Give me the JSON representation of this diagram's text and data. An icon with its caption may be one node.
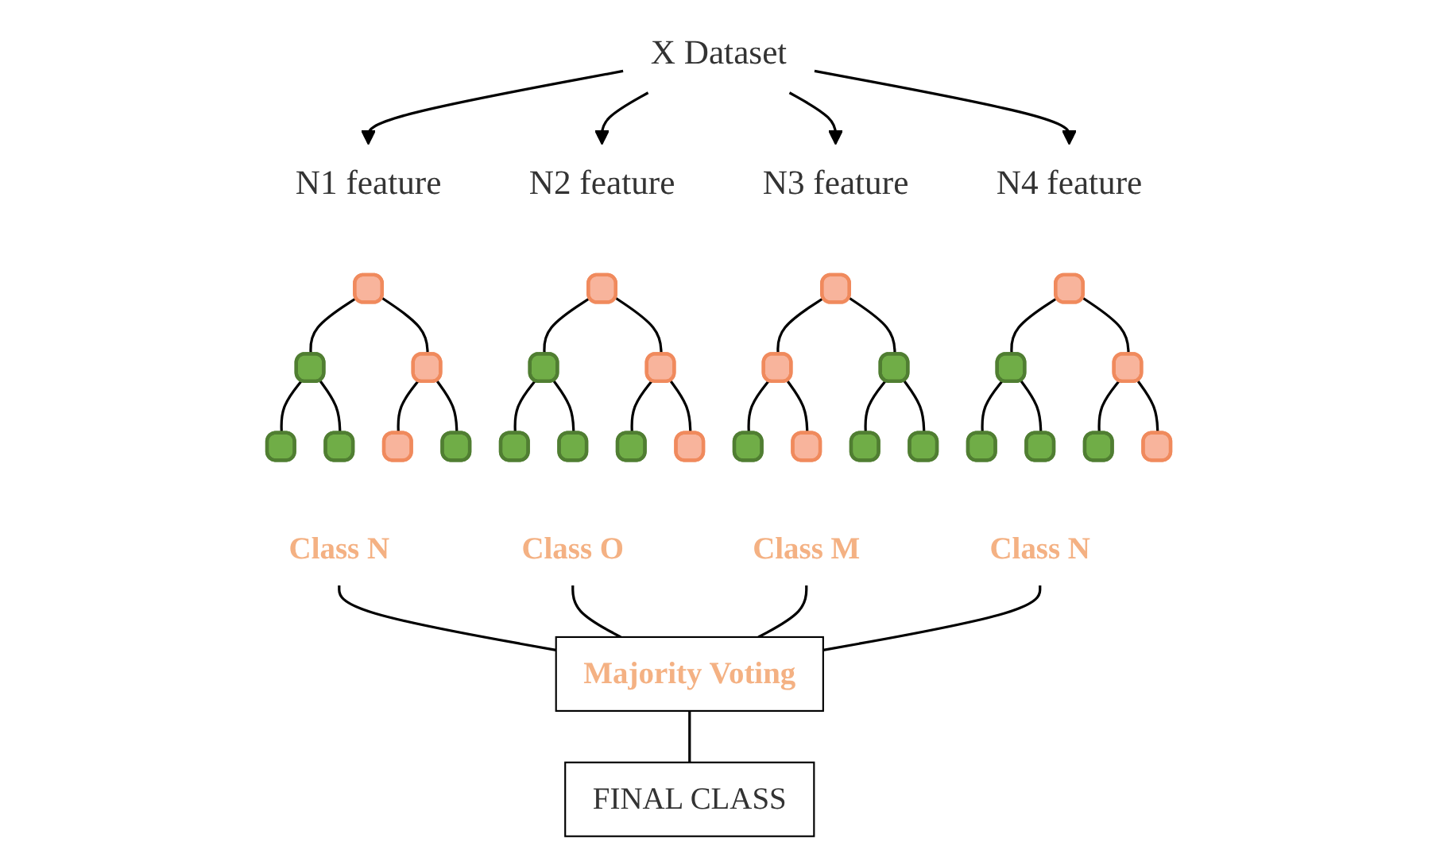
{
  "diagram": {
    "nodes": [
      {
        "text": [
          "X Dataset"
        ]
      },
      {
        "text": [
          "N1 feature"
        ]
      },
      {
        "text": [],
        "shape": "box"
      },
      {
        "text": [],
        "shape": "box"
      },
      {
        "text": [],
        "shape": "box"
      },
      {
        "text": [],
        "shape": "box"
      },
      {
        "text": [],
        "shape": "box"
      },
      {
        "text": [],
        "shape": "box"
      },
      {
        "text": [],
        "shape": "box"
      },
      {
        "text": [
          "Class N"
        ]
      },
      {
        "text": [
          "N2 feature"
        ]
      },
      {
        "text": [],
        "shape": "box"
      },
      {
        "text": [],
        "shape": "box"
      },
      {
        "text": [],
        "shape": "box"
      },
      {
        "text": [],
        "shape": "box"
      },
      {
        "text": [],
        "shape": "box"
      },
      {
        "text": [],
        "shape": "box"
      },
      {
        "text": [],
        "shape": "box"
      },
      {
        "text": [
          "Class O"
        ]
      },
      {
        "text": [
          "N3 feature"
        ]
      },
      {
        "text": [],
        "shape": "box"
      },
      {
        "text": [],
        "shape": "box"
      },
      {
        "text": [],
        "shape": "box"
      },
      {
        "text": [],
        "shape": "box"
      },
      {
        "text": [],
        "shape": "box"
      },
      {
        "text": [],
        "shape": "box"
      },
      {
        "text": [],
        "shape": "box"
      },
      {
        "text": [
          "Class M"
        ]
      },
      {
        "text": [
          "N4 feature"
        ]
      },
      {
        "text": [],
        "shape": "box"
      },
      {
        "text": [],
        "shape": "box"
      },
      {
        "text": [],
        "shape": "box"
      },
      {
        "text": [],
        "shape": "box"
      },
      {
        "text": [],
        "shape": "box"
      },
      {
        "text": [],
        "shape": "box"
      },
      {
        "text": [],
        "shape": "box"
      },
      {
        "text": [
          "Class N"
        ]
      },
      {
        "text": [
          "Majority Voting"
        ]
      },
      {
        "text": [
          "FINAL CLASS"
        ]
      }
    ],
    "edges": [
      {
        "from": 0,
        "to": 1,
        "arrow": "to"
      },
      {
        "from": 0,
        "to": 10,
        "arrow": "to"
      },
      {
        "from": 0,
        "to": 19,
        "arrow": "to"
      },
      {
        "from": 0,
        "to": 28,
        "arrow": "to"
      },
      {
        "from": 2,
        "to": 3,
        "arrow": "none"
      },
      {
        "from": 2,
        "to": 4,
        "arrow": "none"
      },
      {
        "from": 3,
        "to": 5,
        "arrow": "none"
      },
      {
        "from": 3,
        "to": 6,
        "arrow": "none"
      },
      {
        "from": 4,
        "to": 7,
        "arrow": "none"
      },
      {
        "from": 4,
        "to": 8,
        "arrow": "none"
      },
      {
        "from": 11,
        "to": 12,
        "arrow": "none"
      },
      {
        "from": 11,
        "to": 13,
        "arrow": "none"
      },
      {
        "from": 12,
        "to": 14,
        "arrow": "none"
      },
      {
        "from": 12,
        "to": 15,
        "arrow": "none"
      },
      {
        "from": 13,
        "to": 16,
        "arrow": "none"
      },
      {
        "from": 13,
        "to": 17,
        "arrow": "none"
      },
      {
        "from": 20,
        "to": 21,
        "arrow": "none"
      },
      {
        "from": 20,
        "to": 22,
        "arrow": "none"
      },
      {
        "from": 21,
        "to": 23,
        "arrow": "none"
      },
      {
        "from": 21,
        "to": 24,
        "arrow": "none"
      },
      {
        "from": 22,
        "to": 25,
        "arrow": "none"
      },
      {
        "from": 22,
        "to": 26,
        "arrow": "none"
      },
      {
        "from": 29,
        "to": 30,
        "arrow": "none"
      },
      {
        "from": 29,
        "to": 31,
        "arrow": "none"
      },
      {
        "from": 30,
        "to": 32,
        "arrow": "none"
      },
      {
        "from": 30,
        "to": 33,
        "arrow": "none"
      },
      {
        "from": 31,
        "to": 34,
        "arrow": "none"
      },
      {
        "from": 31,
        "to": 35,
        "arrow": "none"
      },
      {
        "from": 9,
        "to": 37,
        "arrow": "none"
      },
      {
        "from": 18,
        "to": 37,
        "arrow": "none"
      },
      {
        "from": 27,
        "to": 37,
        "arrow": "none"
      },
      {
        "from": 36,
        "to": 37,
        "arrow": "none"
      },
      {
        "from": 37,
        "to": 38,
        "arrow": "none"
      }
    ]
  }
}
